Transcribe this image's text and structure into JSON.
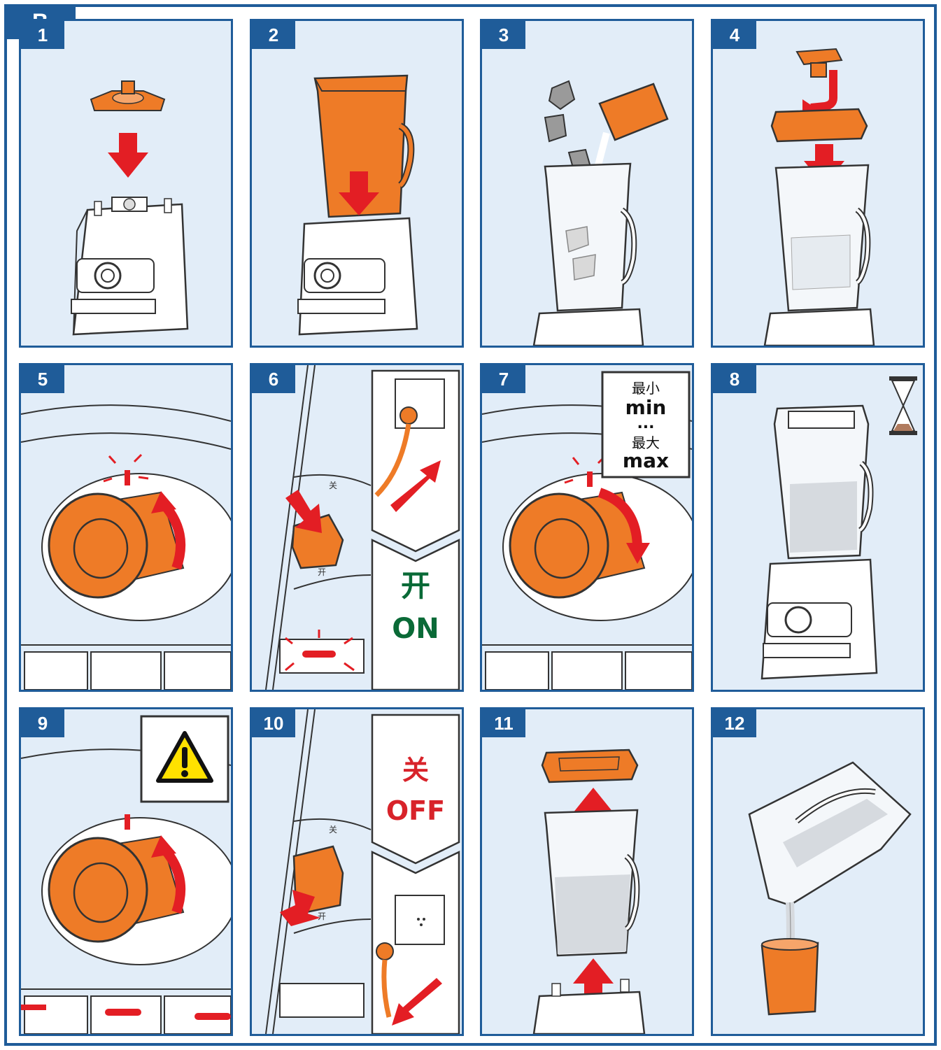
{
  "section": {
    "label": "B"
  },
  "colors": {
    "frame": "#1f5c99",
    "panel_bg": "#e2edf8",
    "part_orange": "#ee7b27",
    "arrow_red": "#e31e24",
    "on_green": "#0a6a37",
    "off_red": "#d8232a",
    "warning_yellow": "#ffe100"
  },
  "steps": [
    {
      "number": "1",
      "icon": "blade-base-onto-motor-base"
    },
    {
      "number": "2",
      "icon": "jar-onto-base"
    },
    {
      "number": "3",
      "icon": "add-ice-and-liquid"
    },
    {
      "number": "4",
      "icon": "lid-and-plug-onto-jar"
    },
    {
      "number": "5",
      "icon": "dial-turn-to-off-mark"
    },
    {
      "number": "6",
      "icon": "plug-in-and-switch-on"
    },
    {
      "number": "7",
      "icon": "dial-turn-to-speed"
    },
    {
      "number": "8",
      "icon": "blending-wait-hourglass"
    },
    {
      "number": "9",
      "icon": "dial-back-warning"
    },
    {
      "number": "10",
      "icon": "switch-off-and-unplug"
    },
    {
      "number": "11",
      "icon": "remove-lid-lift-jar"
    },
    {
      "number": "12",
      "icon": "pour-into-cup"
    }
  ],
  "step6": {
    "switch_top": "关",
    "switch_bottom": "开",
    "on_cn": "开",
    "on_en": "ON"
  },
  "step7": {
    "min_cn": "最小",
    "min_en": "min",
    "dots": "...",
    "max_cn": "最大",
    "max_en": "max"
  },
  "step10": {
    "switch_top": "关",
    "switch_bottom": "开",
    "off_cn": "关",
    "off_en": "OFF"
  }
}
